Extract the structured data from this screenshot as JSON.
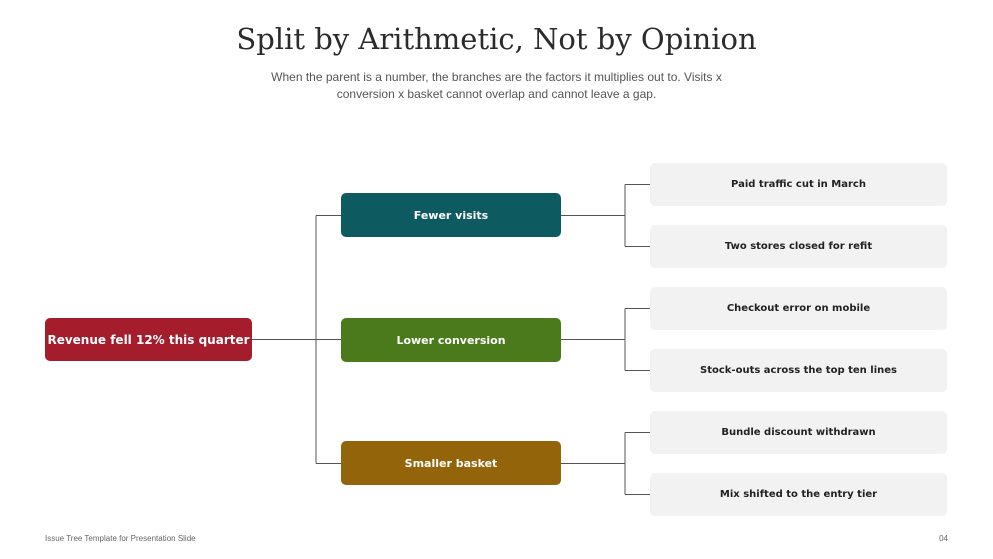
{
  "title": "Split by Arithmetic, Not by Opinion",
  "subtitle": "When the parent is a number, the branches are the factors it multiplies out to. Visits x conversion x basket cannot overlap and cannot leave a gap.",
  "tree": {
    "root": {
      "label": "Revenue fell 12% this quarter",
      "color": "#a51c2c"
    },
    "branches": [
      {
        "label": "Fewer visits",
        "color": "#0d5a60",
        "leaves": [
          "Paid traffic cut in March",
          "Two stores closed for refit"
        ]
      },
      {
        "label": "Lower conversion",
        "color": "#4b7a1d",
        "leaves": [
          "Checkout error on mobile",
          "Stock-outs across the top ten lines"
        ]
      },
      {
        "label": "Smaller basket",
        "color": "#94640b",
        "leaves": [
          "Bundle discount withdrawn",
          "Mix shifted to the entry tier"
        ]
      }
    ]
  },
  "footer": {
    "left": "Issue Tree Template for Presentation Slide",
    "page": "04"
  }
}
